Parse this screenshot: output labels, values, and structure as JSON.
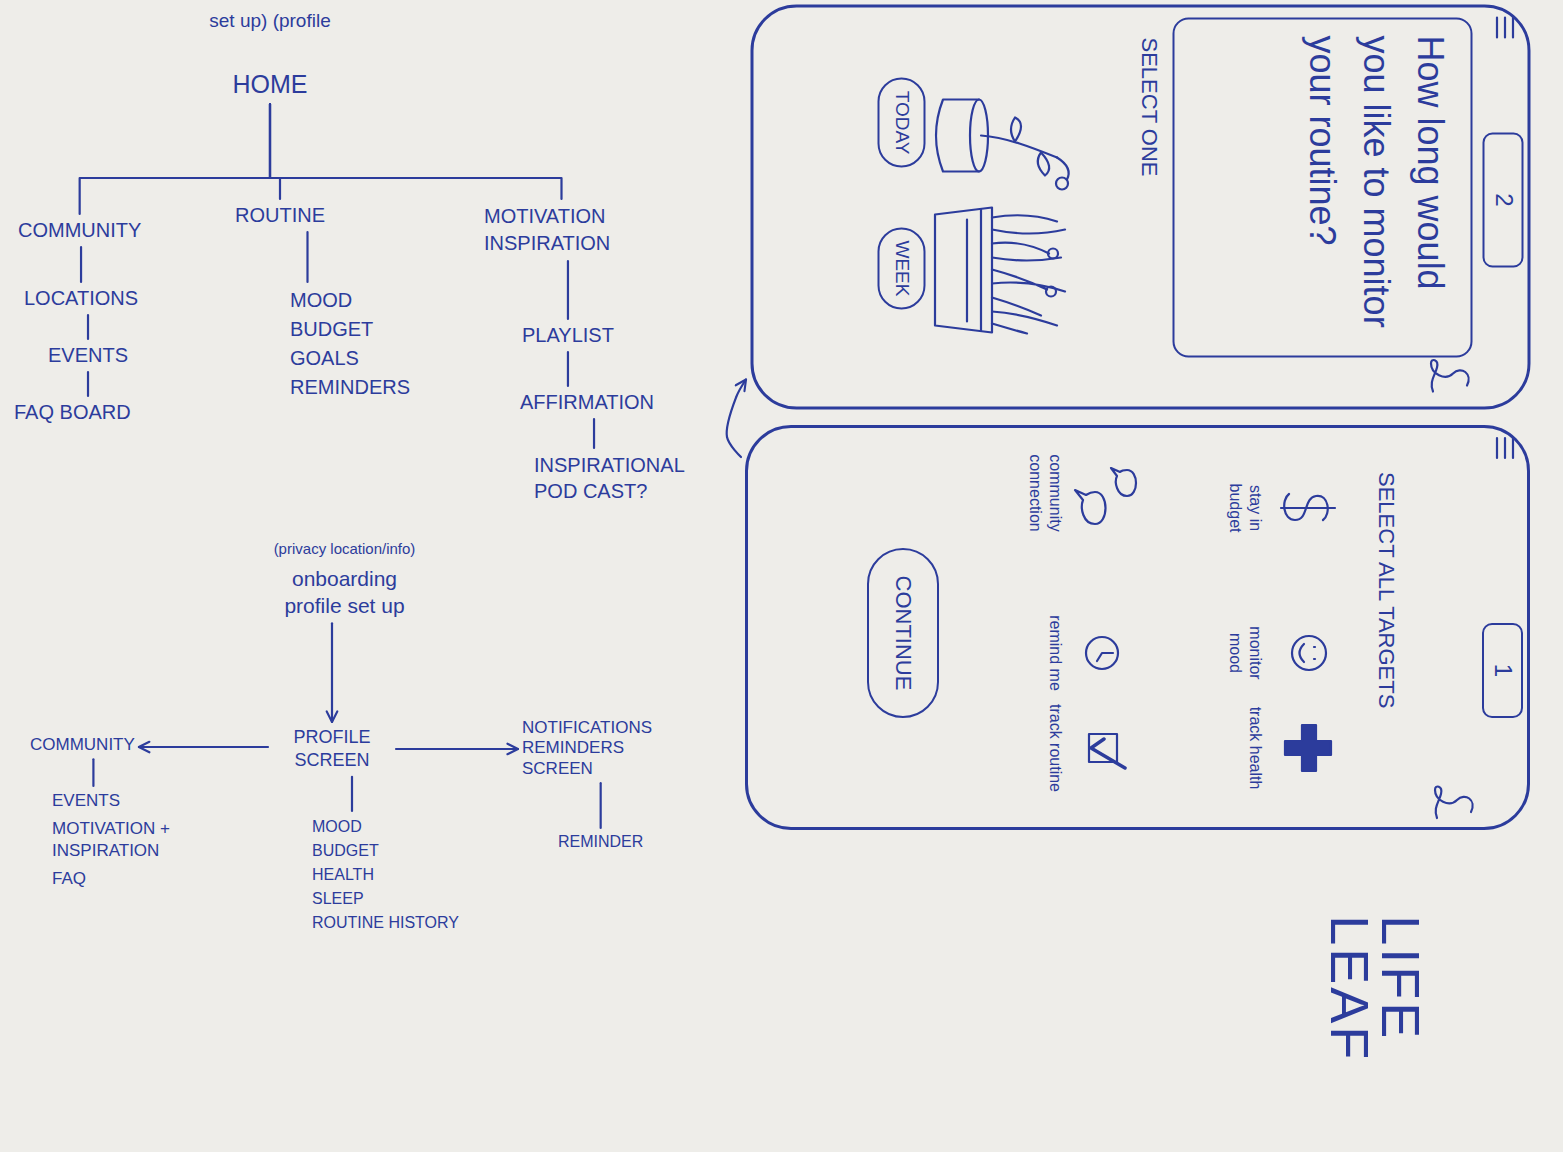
{
  "diagram": {
    "nodes": [
      {
        "text": [
          "set up) (profile",
          "HOME"
        ]
      },
      {
        "text": [
          "COMMUNITY"
        ]
      },
      {
        "text": [
          "ROUTINE"
        ]
      },
      {
        "text": [
          "MOTIVATION INSPIRATION"
        ]
      },
      {
        "text": [
          "LOCATIONS"
        ]
      },
      {
        "text": [
          "EVENTS"
        ]
      },
      {
        "text": [
          "FAQ BOARD"
        ]
      },
      {
        "text": [
          "MOOD",
          "BUDGET",
          "GOALS",
          "REMINDERS"
        ]
      },
      {
        "text": [
          "PLAYLIST"
        ]
      },
      {
        "text": [
          "AFFIRMATION"
        ]
      },
      {
        "text": [
          "INSPIRATIONAL POD CAST?"
        ]
      },
      {
        "text": [
          "(privacy location/info)",
          "onboarding profile set up"
        ]
      },
      {
        "text": [
          "PROFILE SCREEN"
        ]
      },
      {
        "text": [
          "COMMUNITY"
        ]
      },
      {
        "text": [
          "NOTIFICATIONS REMINDERS SCREEN"
        ]
      },
      {
        "text": [
          "EVENTS",
          "MOTIVATION + INSPIRATION",
          "FAQ"
        ]
      },
      {
        "text": [
          "MOOD",
          "BUDGET",
          "HEALTH",
          "SLEEP",
          "ROUTINE HISTORY"
        ]
      },
      {
        "text": [
          "REMINDER"
        ]
      },
      {
        "text": [
          "SELECT ONE"
        ]
      },
      {
        "text": [
          "2"
        ],
        "in": 18
      },
      {
        "text": [
          "How long would you like to monitor your routine?"
        ],
        "in": 18
      },
      {
        "text": [
          "TODAY"
        ],
        "in": 18
      },
      {
        "text": [
          "WEEK"
        ],
        "in": 18
      },
      {
        "text": [
          "SELECT ALL TARGETS",
          "stay in budget",
          "monitor mood",
          "track health",
          "community connection",
          "remind me",
          "track routine"
        ]
      },
      {
        "text": [
          "1"
        ],
        "in": 23
      },
      {
        "text": [
          "CONTINUE"
        ],
        "in": 23
      }
    ],
    "edges": [
      {
        "from": 0,
        "to": 1,
        "arrow": "none"
      },
      {
        "from": 0,
        "to": 2,
        "arrow": "none"
      },
      {
        "from": 0,
        "to": 3,
        "arrow": "none"
      },
      {
        "from": 1,
        "to": 4,
        "arrow": "none"
      },
      {
        "from": 4,
        "to": 5,
        "arrow": "none"
      },
      {
        "from": 5,
        "to": 6,
        "arrow": "none"
      },
      {
        "from": 2,
        "to": 7,
        "arrow": "none"
      },
      {
        "from": 3,
        "to": 8,
        "arrow": "none"
      },
      {
        "from": 8,
        "to": 9,
        "arrow": "none"
      },
      {
        "from": 9,
        "to": 10,
        "arrow": "none"
      },
      {
        "from": 11,
        "to": 12,
        "arrow": "to"
      },
      {
        "from": 12,
        "to": 13,
        "arrow": "to"
      },
      {
        "from": 12,
        "to": 14,
        "arrow": "to"
      },
      {
        "from": 13,
        "to": 15,
        "arrow": "none"
      },
      {
        "from": 12,
        "to": 16,
        "arrow": "none"
      },
      {
        "from": 14,
        "to": 17,
        "arrow": "none"
      },
      {
        "from": 23,
        "to": 18,
        "arrow": "to"
      }
    ],
    "labels": [
      "LIFE LEAF"
    ]
  }
}
